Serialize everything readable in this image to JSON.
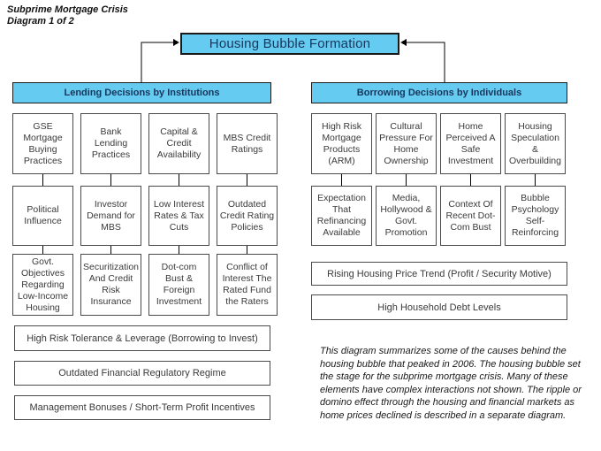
{
  "page_label": {
    "line1": "Subprime Mortgage Crisis",
    "line2": "Diagram 1 of 2"
  },
  "title": "Housing Bubble Formation",
  "colors": {
    "box_blue": "#66cbf0",
    "header_text": "#17365d",
    "box_border": "#4a4a4a",
    "line": "#000000"
  },
  "lending": {
    "header": "Lending Decisions by Institutions",
    "grid": [
      [
        "GSE Mortgage Buying Practices",
        "Bank Lending Practices",
        "Capital & Credit Availability",
        "MBS Credit Ratings"
      ],
      [
        "Political Influence",
        "Investor Demand for MBS",
        "Low Interest Rates & Tax Cuts",
        "Outdated Credit Rating Policies"
      ],
      [
        "Govt. Objectives Regarding Low-Income Housing",
        "Securitization And Credit Risk Insurance",
        "Dot-com Bust & Foreign Investment",
        "Conflict of Interest The Rated Fund the Raters"
      ]
    ],
    "wide_boxes": [
      "High Risk Tolerance & Leverage (Borrowing to Invest)",
      "Outdated Financial Regulatory Regime",
      "Management Bonuses / Short-Term Profit Incentives"
    ]
  },
  "borrowing": {
    "header": "Borrowing Decisions by Individuals",
    "grid": [
      [
        "High Risk Mortgage Products (ARM)",
        "Cultural Pressure For Home Ownership",
        "Home Perceived A Safe Investment",
        "Housing Speculation & Overbuilding"
      ],
      [
        "Expectation That Refinancing Available",
        "Media, Hollywood & Govt. Promotion",
        "Context Of Recent Dot-Com Bust",
        "Bubble Psychology Self-Reinforcing"
      ]
    ],
    "wide_boxes": [
      "Rising Housing Price Trend (Profit / Security Motive)",
      "High Household Debt Levels"
    ]
  },
  "note": "This diagram summarizes some of the causes behind the housing bubble that peaked in 2006.  The housing bubble set the stage for the subprime mortgage crisis.  Many of these elements have complex interactions not shown.  The ripple or domino effect through the housing and financial markets as home prices declined is described in a separate diagram."
}
